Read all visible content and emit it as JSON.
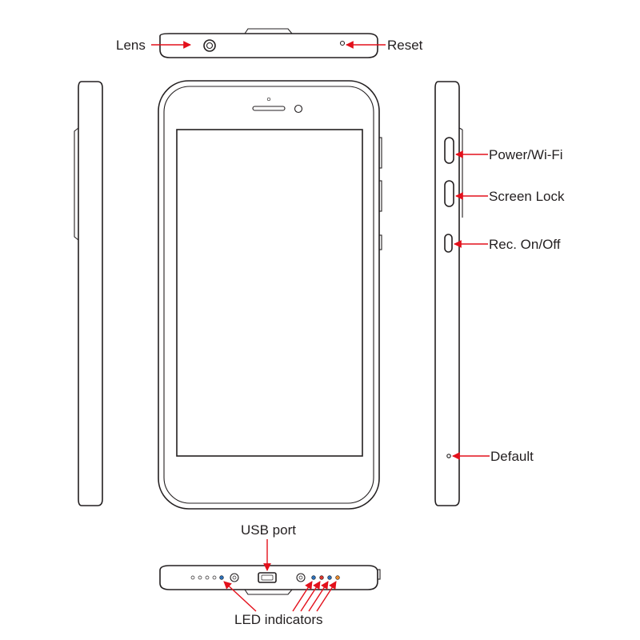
{
  "labels": {
    "lens": "Lens",
    "reset": "Reset",
    "power_wifi": "Power/Wi-Fi",
    "screen_lock": "Screen Lock",
    "rec_on_off": "Rec. On/Off",
    "default": "Default",
    "usb_port": "USB port",
    "led_indicators": "LED indicators"
  },
  "colors": {
    "line": "#231f20",
    "arrow": "#e3101b",
    "led_blue": "#2a6fb8",
    "led_red": "#d9342b",
    "led_orange": "#e8892b"
  }
}
